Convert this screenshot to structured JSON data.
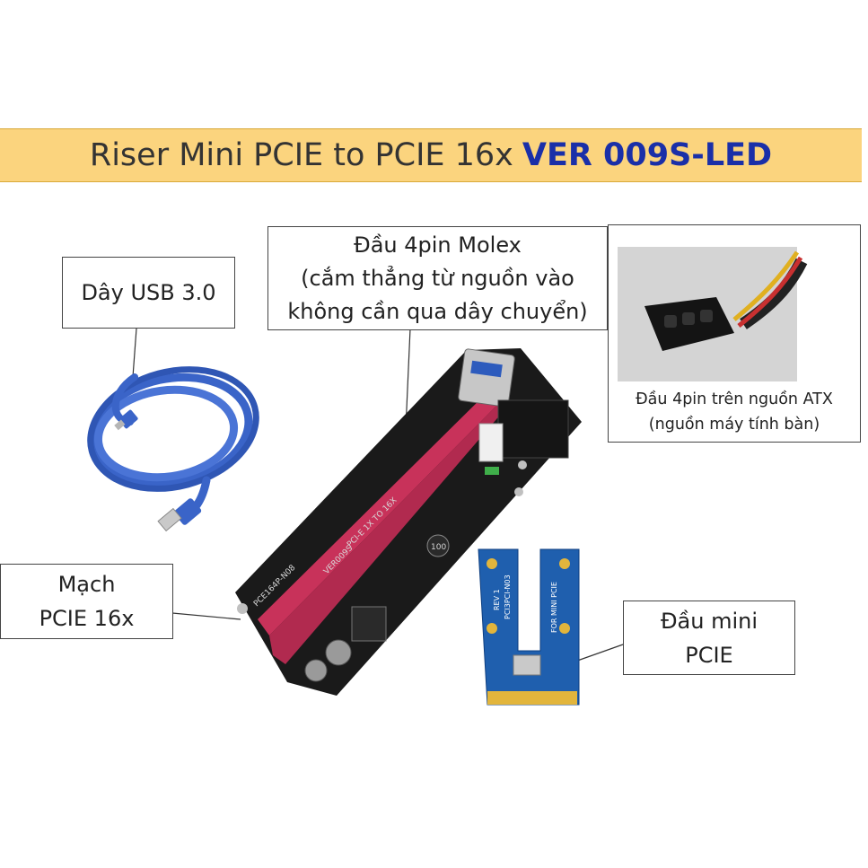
{
  "title": {
    "main": "Riser Mini PCIE to PCIE 16x",
    "accent": "VER 009S-LED"
  },
  "callouts": {
    "usb": "Dây USB 3.0",
    "molex_line1": "Đầu 4pin Molex",
    "molex_line2": "(cắm thẳng từ nguồn vào",
    "molex_line3": "không cần qua dây chuyển)",
    "pcie16_line1": "Mạch",
    "pcie16_line2": "PCIE 16x",
    "mini_line1": "Đầu mini",
    "mini_line2": "PCIE"
  },
  "atx_photo": {
    "caption_line1": "Đầu 4pin trên nguồn ATX",
    "caption_line2": "(nguồn máy tính bàn)"
  },
  "board_labels": {
    "model": "PCE164P-N08",
    "version": "VER009S",
    "pcie_text": "PCI-E 1X TO 16X",
    "chip": "100",
    "mini_card_text": "PCI3PCI-N03",
    "mini_card_rev": "REV 1",
    "mini_card_for": "FOR MINI PCIE"
  },
  "colors": {
    "title_bg": "#fbd47e",
    "accent": "#1a2fa8",
    "usb_cable": "#3a64c8",
    "slot": "#c8325a",
    "board": "#1a1a1a",
    "mini_card": "#1f5fae"
  }
}
